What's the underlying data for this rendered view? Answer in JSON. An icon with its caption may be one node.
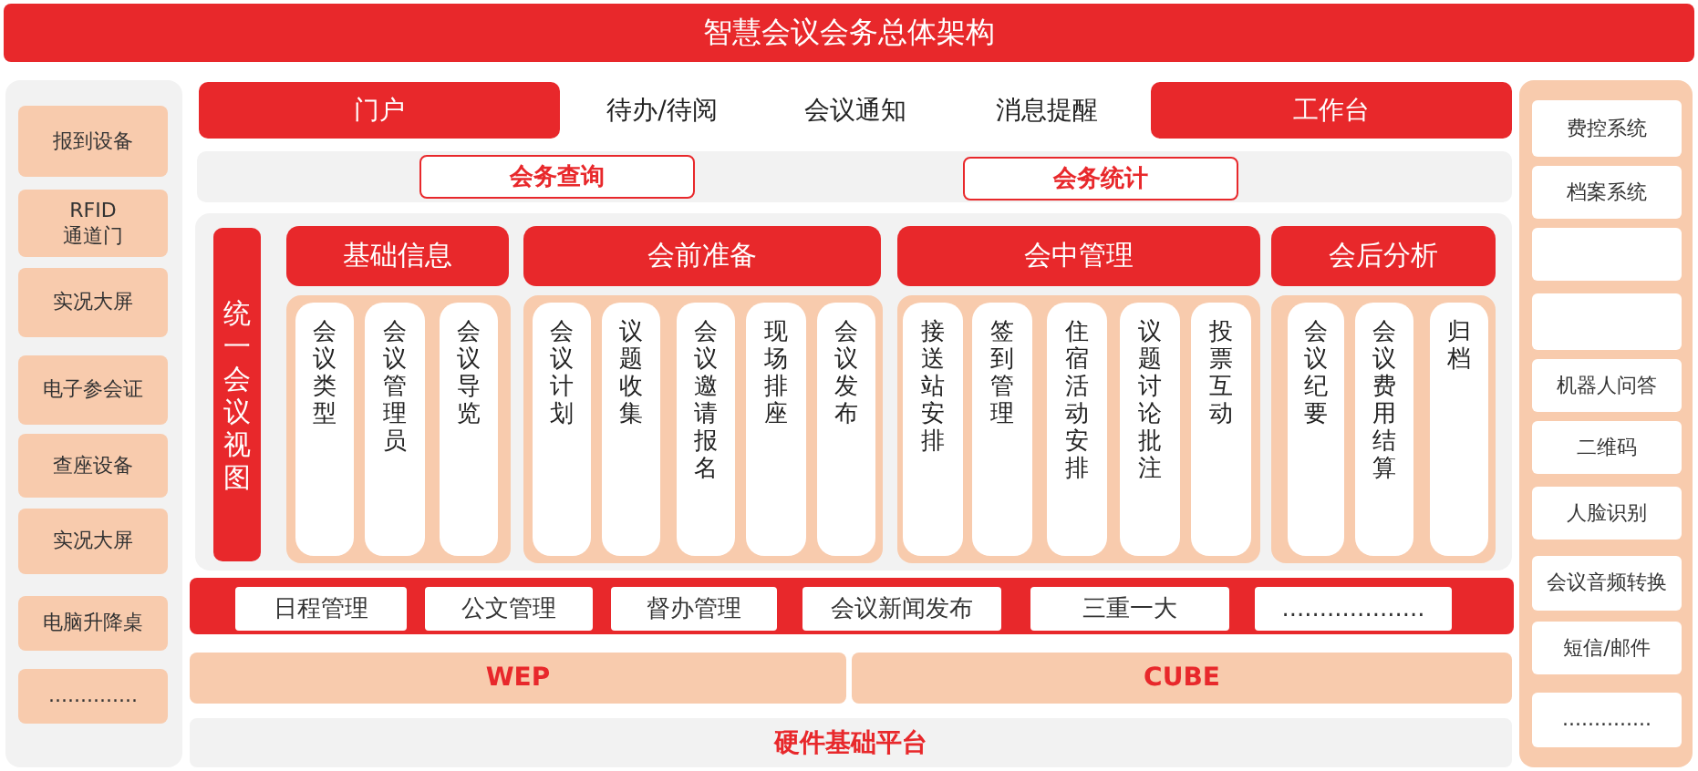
{
  "diagram": {
    "title": "智慧会议会务总体架构",
    "nodes": [
      {
        "text": [],
        "shape": "box"
      },
      {
        "text": [
          "报到设备"
        ],
        "in": 0
      },
      {
        "text": [
          "RFID 通道门"
        ],
        "in": 0
      },
      {
        "text": [
          "实况大屏"
        ],
        "in": 0
      },
      {
        "text": [
          "电子参会证"
        ],
        "in": 0
      },
      {
        "text": [
          "查座设备"
        ],
        "in": 0
      },
      {
        "text": [
          "实况大屏"
        ],
        "in": 0
      },
      {
        "text": [
          "电脑升降桌"
        ],
        "in": 0
      },
      {
        "text": [
          ".............."
        ],
        "in": 0
      },
      {
        "text": [
          "门户"
        ]
      },
      {
        "text": [
          "工作台"
        ]
      },
      {
        "text": [],
        "shape": "box"
      },
      {
        "text": [
          "会务查询"
        ],
        "in": 11
      },
      {
        "text": [
          "会务统计"
        ],
        "in": 11
      },
      {
        "text": [],
        "shape": "box"
      },
      {
        "text": [
          "统一会议视图"
        ],
        "in": 14
      },
      {
        "text": [
          "基础信息"
        ],
        "in": 14
      },
      {
        "text": [],
        "shape": "box",
        "in": 14
      },
      {
        "text": [
          "会议类型"
        ],
        "in": 17
      },
      {
        "text": [
          "会议管理员"
        ],
        "in": 17
      },
      {
        "text": [
          "会议导览"
        ],
        "in": 17
      },
      {
        "text": [
          "会前准备"
        ],
        "in": 14
      },
      {
        "text": [],
        "shape": "box",
        "in": 14
      },
      {
        "text": [
          "会议计划"
        ],
        "in": 22
      },
      {
        "text": [
          "议题收集"
        ],
        "in": 22
      },
      {
        "text": [
          "会议邀请报名"
        ],
        "in": 22
      },
      {
        "text": [
          "现场排座"
        ],
        "in": 22
      },
      {
        "text": [
          "会议发布"
        ],
        "in": 22
      },
      {
        "text": [
          "会中管理"
        ],
        "in": 14
      },
      {
        "text": [],
        "shape": "box",
        "in": 14
      },
      {
        "text": [
          "接送站安排"
        ],
        "in": 29
      },
      {
        "text": [
          "签到管理"
        ],
        "in": 29
      },
      {
        "text": [
          "住宿活动安排"
        ],
        "in": 29
      },
      {
        "text": [
          "议题讨论批注"
        ],
        "in": 29
      },
      {
        "text": [
          "投票互动"
        ],
        "in": 29
      },
      {
        "text": [
          "会后分析"
        ],
        "in": 14
      },
      {
        "text": [],
        "shape": "box",
        "in": 14
      },
      {
        "text": [
          "会议纪要"
        ],
        "in": 36
      },
      {
        "text": [
          "会议费用结算"
        ],
        "in": 36
      },
      {
        "text": [
          "归档"
        ],
        "in": 36
      },
      {
        "text": [],
        "shape": "box"
      },
      {
        "text": [
          "日程管理"
        ],
        "in": 40
      },
      {
        "text": [
          "公文管理"
        ],
        "in": 40
      },
      {
        "text": [
          "督办管理"
        ],
        "in": 40
      },
      {
        "text": [
          "会议新闻发布"
        ],
        "in": 40
      },
      {
        "text": [
          "三重一大"
        ],
        "in": 40
      },
      {
        "text": [
          "..................."
        ],
        "in": 40
      },
      {
        "text": [
          "WEP"
        ]
      },
      {
        "text": [
          "CUBE"
        ]
      },
      {
        "text": [
          "硬件基础平台"
        ]
      },
      {
        "text": [],
        "shape": "box"
      },
      {
        "text": [
          "费控系统"
        ],
        "in": 50
      },
      {
        "text": [
          "档案系统"
        ],
        "in": 50
      },
      {
        "text": [],
        "shape": "box",
        "in": 50
      },
      {
        "text": [],
        "shape": "box",
        "in": 50
      },
      {
        "text": [
          "机器人问答"
        ],
        "in": 50
      },
      {
        "text": [
          "二维码"
        ],
        "in": 50
      },
      {
        "text": [
          "人脸识别"
        ],
        "in": 50
      },
      {
        "text": [
          "会议音频转换"
        ],
        "in": 50
      },
      {
        "text": [
          "短信/邮件"
        ],
        "in": 50
      },
      {
        "text": [
          ".............."
        ],
        "in": 50
      }
    ],
    "labels": [
      "待办/待阅",
      "会议通知",
      "消息提醒"
    ]
  }
}
